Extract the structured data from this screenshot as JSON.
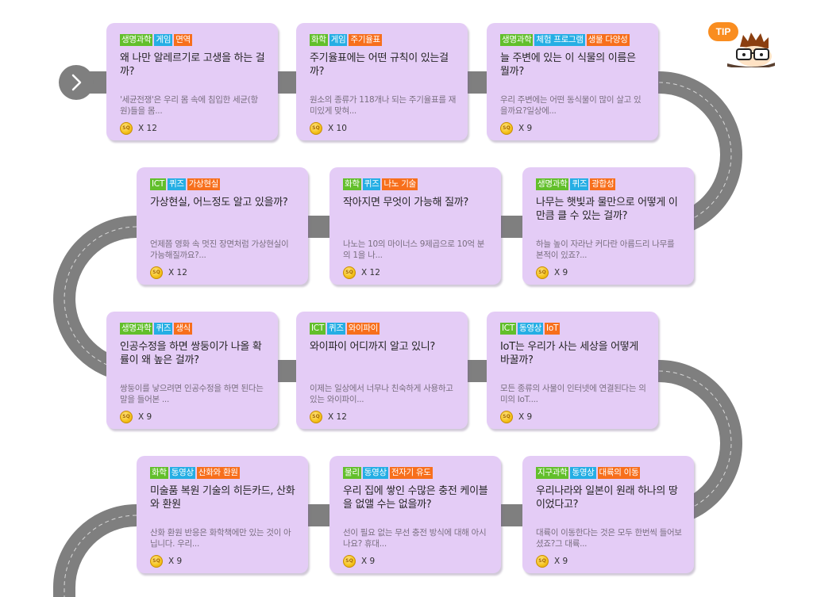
{
  "tip_label": "TIP",
  "colors": {
    "card_bg": "#e4ccf6",
    "road": "#7f7f7f",
    "tag_green": "#62bf2b",
    "tag_blue": "#25aee4",
    "tag_orange": "#f76f1c",
    "tip_orange": "#f98d20"
  },
  "icons": {
    "start": "chevron-right-icon",
    "coin": "sq-coin-icon",
    "tip": "tip-mascot-icon"
  },
  "coin_label": "SQ",
  "cards": [
    {
      "tags": [
        {
          "label": "생명과학",
          "color": "green"
        },
        {
          "label": "게임",
          "color": "blue"
        },
        {
          "label": "면역",
          "color": "orange"
        }
      ],
      "title": "왜 나만 알레르기로 고생을 하는 걸까?",
      "desc": "'세균전쟁'은 우리 몸 속에 침입한 세균(항원)들을 몸...",
      "reward": "X 12"
    },
    {
      "tags": [
        {
          "label": "화학",
          "color": "green"
        },
        {
          "label": "게임",
          "color": "blue"
        },
        {
          "label": "주기율표",
          "color": "orange"
        }
      ],
      "title": "주기율표에는 어떤 규칙이 있는걸까?",
      "desc": "원소의 종류가 118개나 되는 주기율표를 재미있게 맞혀...",
      "reward": "X 10"
    },
    {
      "tags": [
        {
          "label": "생명과학",
          "color": "green"
        },
        {
          "label": "체험 프로그램",
          "color": "blue"
        },
        {
          "label": "생물 다양성",
          "color": "orange"
        }
      ],
      "title": "늘 주변에 있는 이 식물의 이름은 뭘까?",
      "desc": "우리 주변에는 어떤 동식물이 많이 살고 있을까요?일상에...",
      "reward": "X 9"
    },
    {
      "tags": [
        {
          "label": "ICT",
          "color": "green"
        },
        {
          "label": "퀴즈",
          "color": "blue"
        },
        {
          "label": "가상현실",
          "color": "orange"
        }
      ],
      "title": "가상현실, 어느정도 알고 있을까?",
      "desc": "언제쯤 영화 속 멋진 장면처럼 가상현실이 가능해질까요?...",
      "reward": "X 12"
    },
    {
      "tags": [
        {
          "label": "화학",
          "color": "green"
        },
        {
          "label": "퀴즈",
          "color": "blue"
        },
        {
          "label": "나노 기술",
          "color": "orange"
        }
      ],
      "title": "작아지면 무엇이 가능해 질까?",
      "desc": "나노는 10의 마이너스 9제곱으로 10억 분의 1을 나...",
      "reward": "X 12"
    },
    {
      "tags": [
        {
          "label": "생명과학",
          "color": "green"
        },
        {
          "label": "퀴즈",
          "color": "blue"
        },
        {
          "label": "광합성",
          "color": "orange"
        }
      ],
      "title": "나무는 햇빛과 물만으로 어떻게 이만큼 클 수 있는 걸까?",
      "desc": "하늘 높이 자라난 커다란 아름드리 나무를 본적이 있죠?...",
      "reward": "X 9"
    },
    {
      "tags": [
        {
          "label": "생명과학",
          "color": "green"
        },
        {
          "label": "퀴즈",
          "color": "blue"
        },
        {
          "label": "생식",
          "color": "orange"
        }
      ],
      "title": "인공수정을 하면 쌍둥이가 나올 확률이 왜 높은 걸까?",
      "desc": "쌍둥이를 낳으려면 인공수정을 하면 된다는 말을 들어본 ...",
      "reward": "X 9"
    },
    {
      "tags": [
        {
          "label": "ICT",
          "color": "green"
        },
        {
          "label": "퀴즈",
          "color": "blue"
        },
        {
          "label": "와이파이",
          "color": "orange"
        }
      ],
      "title": "와이파이 어디까지 알고 있니?",
      "desc": "이제는 일상에서 너무나 친숙하게 사용하고 있는 와이파이...",
      "reward": "X 12"
    },
    {
      "tags": [
        {
          "label": "ICT",
          "color": "green"
        },
        {
          "label": "동영상",
          "color": "blue"
        },
        {
          "label": "IoT",
          "color": "orange"
        }
      ],
      "title": "IoT는 우리가 사는 세상을 어떻게 바꿀까?",
      "desc": "모든 종류의 사물이 인터넷에 연결된다는 의미의 IoT....",
      "reward": "X 9"
    },
    {
      "tags": [
        {
          "label": "화학",
          "color": "green"
        },
        {
          "label": "동영상",
          "color": "blue"
        },
        {
          "label": "산화와 환원",
          "color": "orange"
        }
      ],
      "title": "미술품 복원 기술의 히든카드, 산화와 환원",
      "desc": "산화 환원 반응은 화학책에만 있는 것이 아닙니다. 우리...",
      "reward": "X 9"
    },
    {
      "tags": [
        {
          "label": "물리",
          "color": "green"
        },
        {
          "label": "동영상",
          "color": "blue"
        },
        {
          "label": "전자기 유도",
          "color": "orange"
        }
      ],
      "title": "우리 집에 쌓인 수많은 충전 케이블을 없앨 수는 없을까?",
      "desc": "선이 필요 없는 무선 충전 방식에 대해 아시나요? 휴대...",
      "reward": "X 9"
    },
    {
      "tags": [
        {
          "label": "지구과학",
          "color": "green"
        },
        {
          "label": "동영상",
          "color": "blue"
        },
        {
          "label": "대륙의 이동",
          "color": "orange"
        }
      ],
      "title": "우리나라와 일본이 원래 하나의 땅이었다고?",
      "desc": "대륙이 이동한다는 것은 모두 한번씩 들어보셨죠?그 대륙...",
      "reward": "X 9"
    }
  ]
}
